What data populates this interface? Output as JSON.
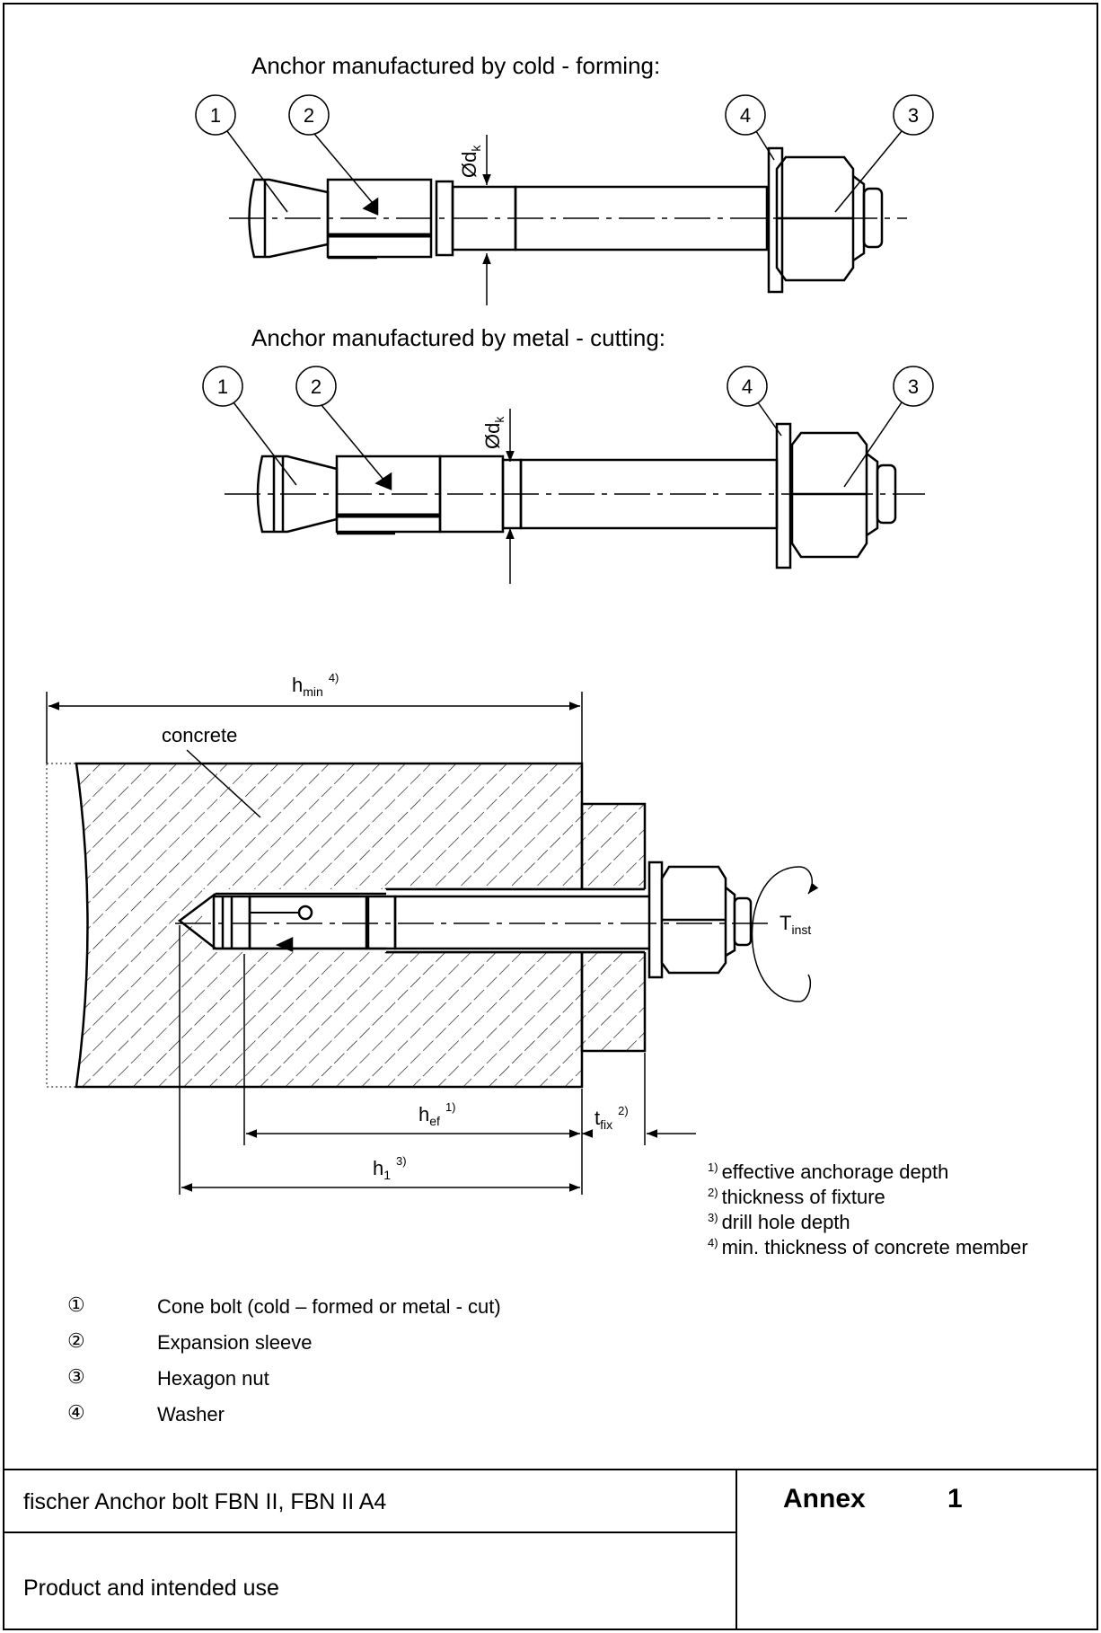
{
  "headings": {
    "cold": "Anchor manufactured by cold - forming:",
    "metal": "Anchor manufactured by metal - cutting:"
  },
  "callouts": {
    "cone_bolt": "1",
    "sleeve": "2",
    "nut": "3",
    "washer": "4"
  },
  "dimension_symbols": {
    "dk": "Ød",
    "dk_sub": "k",
    "hmin": "h",
    "hmin_sub": "min",
    "hmin_sup": "4)",
    "hef": "h",
    "hef_sub": "ef",
    "hef_sup": "1)",
    "h1": "h",
    "h1_sub": "1",
    "h1_sup": "3)",
    "tfix": "t",
    "tfix_sub": "fix",
    "tfix_sup": "2)",
    "tinst": "T",
    "tinst_sub": "inst"
  },
  "concrete_label": "concrete",
  "footnotes": [
    {
      "mark": "1)",
      "text": "effective anchorage depth"
    },
    {
      "mark": "2)",
      "text": "thickness of fixture"
    },
    {
      "mark": "3)",
      "text": "drill hole depth"
    },
    {
      "mark": "4)",
      "text": "min. thickness of concrete member"
    }
  ],
  "parts_list": [
    {
      "symbol": "①",
      "label": "Cone bolt (cold – formed or metal - cut)"
    },
    {
      "symbol": "②",
      "label": "Expansion sleeve"
    },
    {
      "symbol": "③",
      "label": "Hexagon nut"
    },
    {
      "symbol": "④",
      "label": "Washer"
    }
  ],
  "title_block": {
    "product": "fischer Anchor bolt FBN II, FBN II A4",
    "subject": "Product and intended use",
    "annex_label": "Annex",
    "annex_number": "1"
  }
}
